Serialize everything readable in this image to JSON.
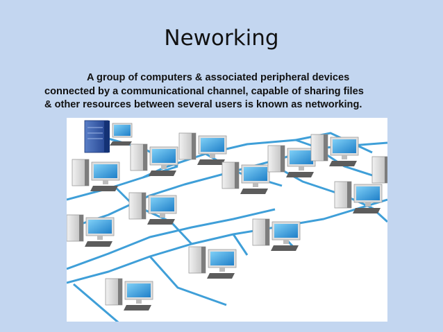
{
  "slide": {
    "title": "Neworking",
    "body_lines": [
      "A group of computers & associated peripheral devices",
      "connected by a communicational channel, capable of sharing files",
      "& other resources between several users is known as networking."
    ]
  },
  "illustration": {
    "icons": [
      "server-icon",
      "computer-icon",
      "network-cable"
    ],
    "colors": {
      "background": "#c3d6f0",
      "cable": "#3f9fd8",
      "monitor_screen": "#2f8fd2"
    }
  }
}
